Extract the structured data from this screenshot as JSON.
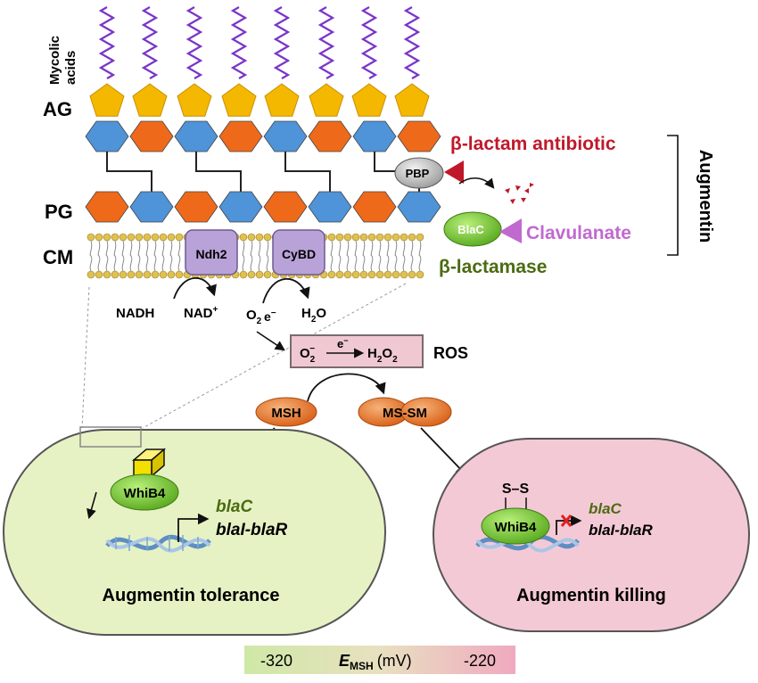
{
  "wall": {
    "mycolic_line1": "Mycolic",
    "mycolic_line2": "acids",
    "ag": "AG",
    "pg": "PG",
    "cm": "CM",
    "ndh2": "Ndh2",
    "cybd": "CyBD",
    "nadh": "NADH",
    "nad": "NAD",
    "nad_sup": "+",
    "o2": "O",
    "o2_sub": "2",
    "e_minus": "e",
    "e_sup": "−",
    "h2o": "H",
    "h2o_sub": "2",
    "h2o_tail": "O"
  },
  "augmentin": {
    "label": "Augmentin",
    "beta_lactam": "β-lactam antibiotic",
    "pbp": "PBP",
    "blac": "BlaC",
    "clavulanate": "Clavulanate",
    "beta_lactamase": "β-lactamase"
  },
  "ros": {
    "o2": "O",
    "o2_sub": "2",
    "o2_sup": "−",
    "e": "e",
    "e_sup": "−",
    "h2o2_h": "H",
    "h2o2_sub1": "2",
    "h2o2_o": "O",
    "h2o2_sub2": "2",
    "label": "ROS"
  },
  "thiols": {
    "msh": "MSH",
    "mssm": "MS-SM"
  },
  "tolerance_cell": {
    "whib4": "WhiB4",
    "blac": "blaC",
    "blai": "blaI-blaR",
    "title": "Augmentin tolerance",
    "fill": "#e6f2c4"
  },
  "killing_cell": {
    "ss": "S–S",
    "whib4": "WhiB4",
    "blac": "blaC",
    "blai": "blaI-blaR",
    "title": "Augmentin killing",
    "fill": "#f4c9d6"
  },
  "scale": {
    "low": "-320",
    "e": "E",
    "e_sub": "MSH",
    "unit": "(mV)",
    "high": "-220"
  },
  "colors": {
    "mycolic": "#7a35c8",
    "ag": "#f5b800",
    "pg_blue": "#4f93d8",
    "pg_orange": "#ee6a1a",
    "membrane": "#e0c050",
    "protein": "#b7a0d6",
    "red_text": "#c0182a",
    "green_text": "#4b6b12",
    "pink_text": "#c06ad0",
    "ellipse_orange": "#ec7a2a",
    "ellipse_green": "#7bc23a"
  }
}
